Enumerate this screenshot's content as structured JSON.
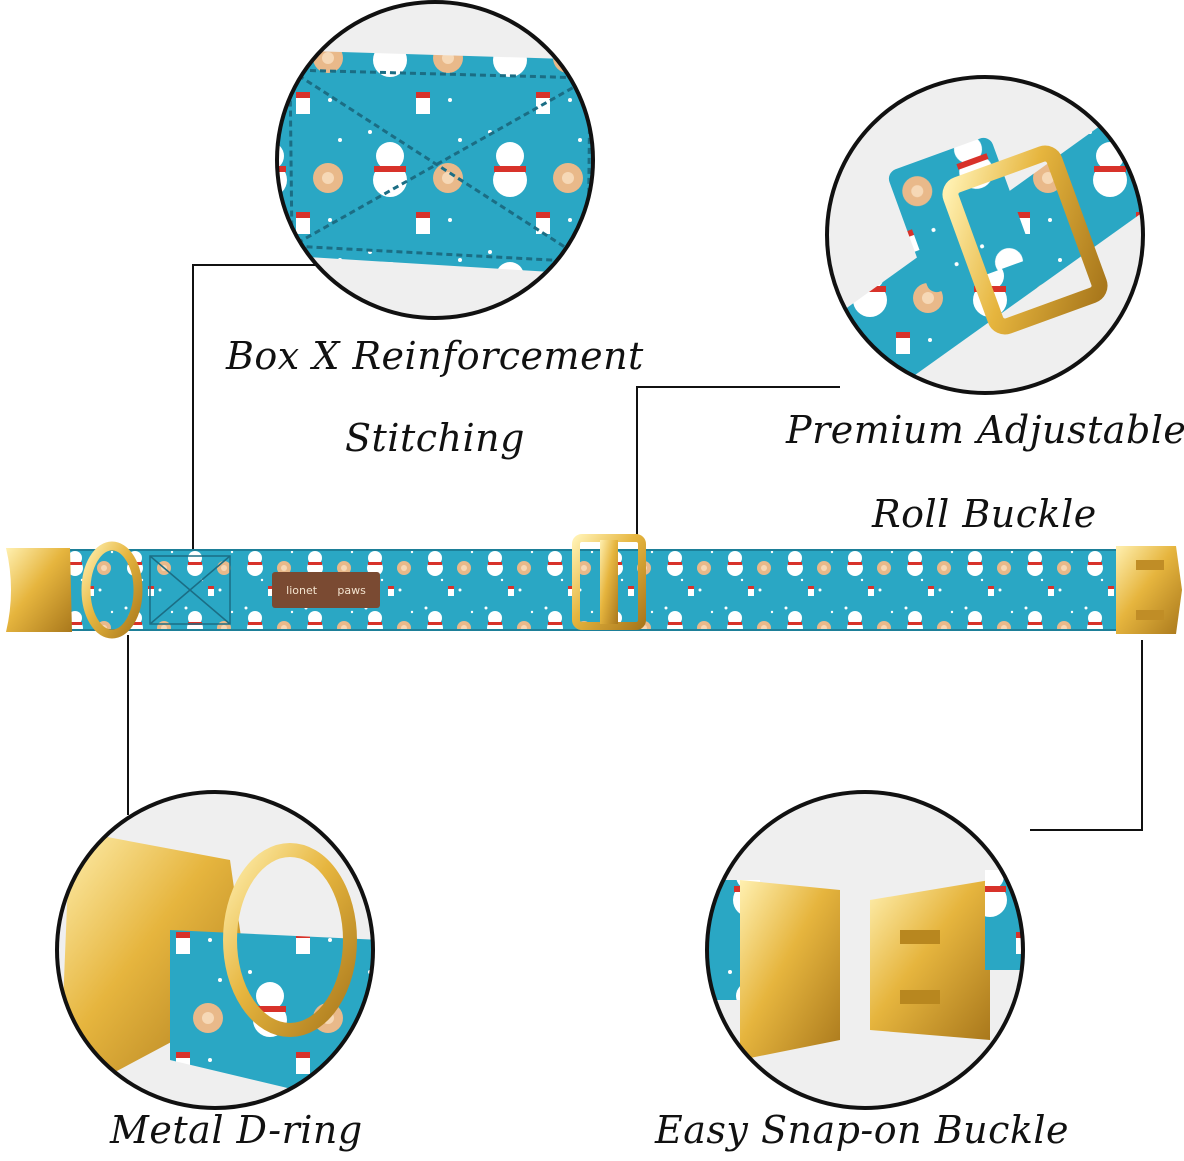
{
  "brand": {
    "line1": "lionet",
    "line2": "paws"
  },
  "features": [
    {
      "id": "box-x",
      "lines": [
        "Box X Reinforcement",
        "Stitching"
      ]
    },
    {
      "id": "roll-buckle",
      "lines": [
        "Premium Adjustable",
        "Roll Buckle"
      ]
    },
    {
      "id": "d-ring",
      "lines": [
        "Metal D-ring"
      ]
    },
    {
      "id": "snap-buckle",
      "lines": [
        "Easy Snap-on Buckle"
      ]
    }
  ],
  "colors": {
    "fabric": "#2aa7c4",
    "gold": "#e0b43c",
    "leather_patch": "#7a4a32",
    "line": "#111111"
  }
}
